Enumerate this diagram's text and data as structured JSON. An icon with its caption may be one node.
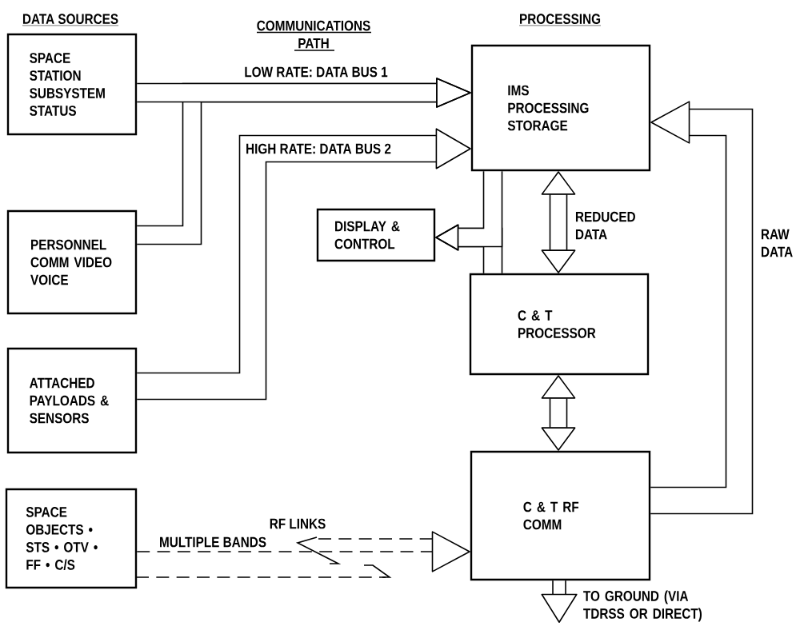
{
  "diagram": {
    "nodes": [
      {
        "text": [
          "SPACE STATION SUBSYSTEM STATUS"
        ]
      },
      {
        "text": [
          "PERSONNEL COMM VIDEO VOICE"
        ]
      },
      {
        "text": [
          "ATTACHED PAYLOADS & SENSORS"
        ]
      },
      {
        "text": [
          "SPACE OBJECTS • STS • OTV • FF • C/S"
        ]
      },
      {
        "text": [
          "IMS PROCESSING STORAGE"
        ]
      },
      {
        "text": [
          "DISPLAY & CONTROL"
        ]
      },
      {
        "text": [
          "C & T PROCESSOR"
        ]
      },
      {
        "text": [
          "C & T RF COMM"
        ]
      }
    ],
    "edges": [
      {
        "from": 0,
        "to": 4,
        "arrow": "to",
        "label": "LOW RATE:  DATA BUS 1"
      },
      {
        "from": 1,
        "to": 4,
        "arrow": "to"
      },
      {
        "from": 2,
        "to": 4,
        "arrow": "to",
        "label": "HIGH RATE:  DATA BUS 2"
      },
      {
        "from": 4,
        "to": 5,
        "arrow": "to"
      },
      {
        "from": 6,
        "to": 5,
        "arrow": "to"
      },
      {
        "from": 4,
        "to": 6,
        "arrow": "both",
        "label": "REDUCED DATA"
      },
      {
        "from": 6,
        "to": 7,
        "arrow": "both"
      },
      {
        "from": 7,
        "to": 4,
        "arrow": "to",
        "label": "RAW DATA"
      },
      {
        "from": 3,
        "to": 7,
        "arrow": "to",
        "style": "dashed",
        "label": "RF LINKS"
      },
      {
        "from": 7,
        "to": null,
        "arrow": "to",
        "label": "TO GROUND (VIA TDRSS OR DIRECT)"
      }
    ],
    "labels": [
      "DATA SOURCES",
      "COMMUNICATIONS PATH",
      "PROCESSING",
      "MULTIPLE BANDS"
    ]
  }
}
